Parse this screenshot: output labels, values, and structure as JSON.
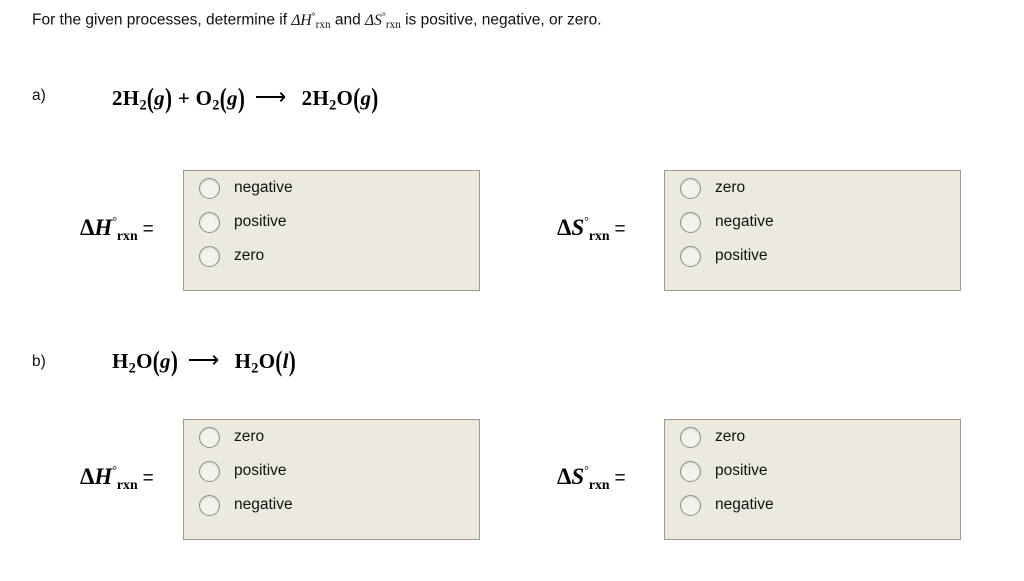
{
  "prompt": {
    "pre": "For the given processes, determine if ",
    "dh": "ΔH",
    "dh_sub": "rxn",
    "mid": " and ",
    "ds": "ΔS",
    "ds_sub": "rxn",
    "post": " is positive, negative, or zero."
  },
  "parts": [
    {
      "label": "a)",
      "equation": {
        "reactants": "2H2(g) + O2(g)",
        "arrow": "⟶",
        "products": "2H2O(g)"
      },
      "groups": [
        {
          "prefix_delta": "Δ",
          "prefix_letter": "H",
          "prefix_sub": "rxn",
          "equals": "=",
          "options": [
            "negative",
            "positive",
            "zero"
          ]
        },
        {
          "prefix_delta": "Δ",
          "prefix_letter": "S",
          "prefix_sub": "rxn",
          "equals": "=",
          "options": [
            "zero",
            "negative",
            "positive"
          ]
        }
      ]
    },
    {
      "label": "b)",
      "equation": {
        "reactants": "H2O(g)",
        "arrow": "⟶",
        "products": "H2O(l)"
      },
      "groups": [
        {
          "prefix_delta": "Δ",
          "prefix_letter": "H",
          "prefix_sub": "rxn",
          "equals": "=",
          "options": [
            "zero",
            "positive",
            "negative"
          ]
        },
        {
          "prefix_delta": "Δ",
          "prefix_letter": "S",
          "prefix_sub": "rxn",
          "equals": "=",
          "options": [
            "zero",
            "positive",
            "negative"
          ]
        }
      ]
    }
  ],
  "colors": {
    "box_bg": "#eceade",
    "box_border": "#9a9a8f",
    "radio_bg": "#f3f2ec",
    "radio_border": "#8e8e88",
    "text": "#111111"
  }
}
